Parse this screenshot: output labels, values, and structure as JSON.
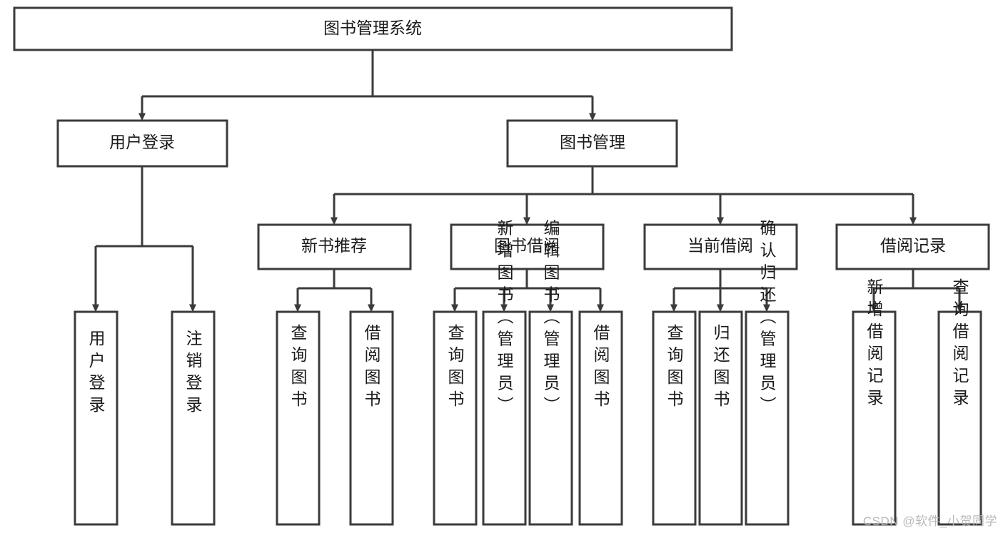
{
  "diagram": {
    "type": "tree",
    "title": "图书管理系统",
    "watermark": "CSDN @软件_小贺同学",
    "colors": {
      "stroke": "#3b3b3b",
      "fill": "#ffffff",
      "text": "#1a1a1a",
      "watermark": "#b9b9b9"
    },
    "nodes": {
      "root": "图书管理系统",
      "l2": [
        "用户登录",
        "图书管理"
      ],
      "l3": [
        "新书推荐",
        "图书借阅",
        "当前借阅",
        "借阅记录"
      ],
      "leaves_user_login": [
        "用户登录",
        "注销登录"
      ],
      "leaves_new_book": [
        "查询图书",
        "借阅图书"
      ],
      "leaves_borrow": [
        "查询图书",
        "新增图书（管理员）",
        "编辑图书（管理员）",
        "借阅图书"
      ],
      "leaves_current": [
        "查询图书",
        "归还图书",
        "确认归还（管理员）"
      ],
      "leaves_record": [
        "新增借阅记录",
        "查询借阅记录"
      ]
    },
    "edges": [
      {
        "from": "图书管理系统",
        "to": "用户登录"
      },
      {
        "from": "图书管理系统",
        "to": "图书管理"
      },
      {
        "from": "用户登录",
        "to": "用户登录"
      },
      {
        "from": "用户登录",
        "to": "注销登录"
      },
      {
        "from": "图书管理",
        "to": "新书推荐"
      },
      {
        "from": "图书管理",
        "to": "图书借阅"
      },
      {
        "from": "图书管理",
        "to": "当前借阅"
      },
      {
        "from": "图书管理",
        "to": "借阅记录"
      },
      {
        "from": "新书推荐",
        "to": "查询图书"
      },
      {
        "from": "新书推荐",
        "to": "借阅图书"
      },
      {
        "from": "图书借阅",
        "to": "查询图书"
      },
      {
        "from": "图书借阅",
        "to": "新增图书（管理员）"
      },
      {
        "from": "图书借阅",
        "to": "编辑图书（管理员）"
      },
      {
        "from": "图书借阅",
        "to": "借阅图书"
      },
      {
        "from": "当前借阅",
        "to": "查询图书"
      },
      {
        "from": "当前借阅",
        "to": "归还图书"
      },
      {
        "from": "当前借阅",
        "to": "确认归还（管理员）"
      },
      {
        "from": "借阅记录",
        "to": "新增借阅记录"
      },
      {
        "from": "借阅记录",
        "to": "查询借阅记录"
      }
    ]
  }
}
